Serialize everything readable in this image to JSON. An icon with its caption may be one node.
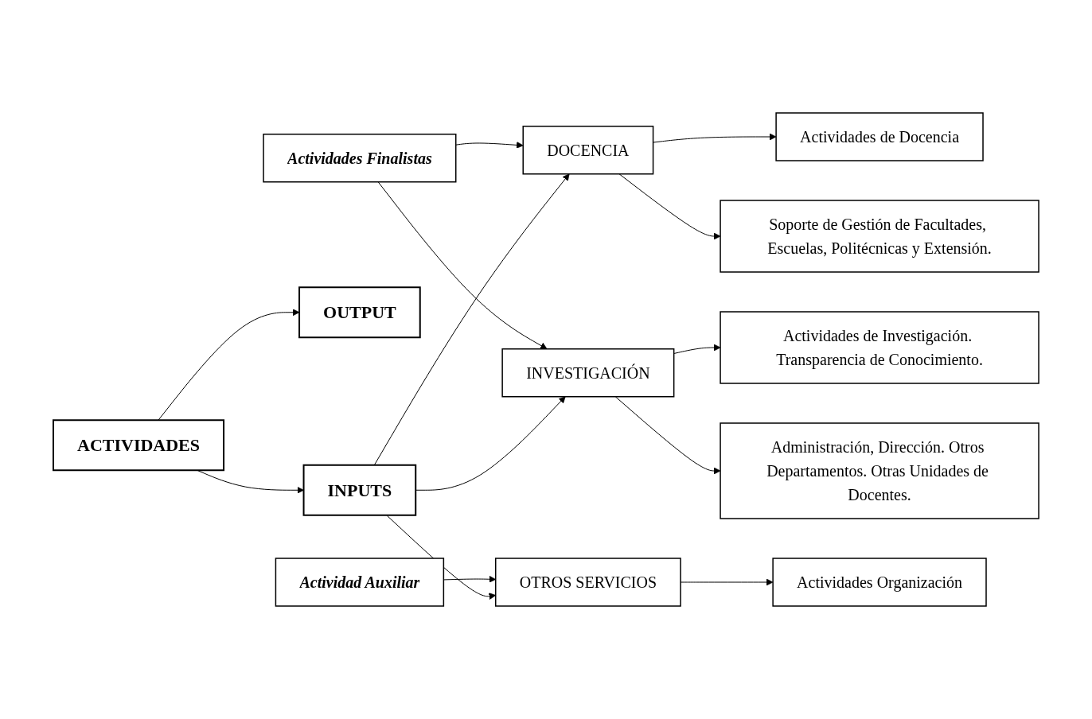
{
  "diagram": {
    "nodes": [
      {
        "text": [
          "ACTIVIDADES"
        ]
      },
      {
        "text": [
          "INPUTS"
        ]
      },
      {
        "text": [
          "OUTPUT"
        ]
      },
      {
        "text": [
          "Actividades Finalistas"
        ]
      },
      {
        "text": [
          "DOCENCIA"
        ]
      },
      {
        "text": [
          "Actividades de Docencia"
        ]
      },
      {
        "text": [
          "Soporte de Gestión de Facultades, Escuelas, Politécnicas y Extensión."
        ]
      },
      {
        "text": [
          "Actividades de Investigación. Transparencia de Conocimiento."
        ]
      },
      {
        "text": [
          "INVESTIGACIÓN"
        ]
      },
      {
        "text": [
          "Administración, Dirección. Otros Departamentos. Otras Unidades de Docentes."
        ]
      },
      {
        "text": [
          "Actividad Auxiliar"
        ]
      },
      {
        "text": [
          "OTROS SERVICIOS"
        ]
      },
      {
        "text": [
          "Actividades Organización"
        ]
      }
    ],
    "edges": [
      {
        "from": 0,
        "to": 1,
        "arrow": "to"
      },
      {
        "from": 0,
        "to": 2,
        "arrow": "to"
      },
      {
        "from": 1,
        "to": 4,
        "arrow": "to"
      },
      {
        "from": 1,
        "to": 8,
        "arrow": "to"
      },
      {
        "from": 1,
        "to": 11,
        "arrow": "to"
      },
      {
        "from": 3,
        "to": 4,
        "arrow": "to"
      },
      {
        "from": 3,
        "to": 8,
        "arrow": "to"
      },
      {
        "from": 10,
        "to": 11,
        "arrow": "to"
      },
      {
        "from": 4,
        "to": 5,
        "arrow": "to"
      },
      {
        "from": 4,
        "to": 6,
        "arrow": "to"
      },
      {
        "from": 8,
        "to": 7,
        "arrow": "to"
      },
      {
        "from": 8,
        "to": 9,
        "arrow": "to"
      },
      {
        "from": 11,
        "to": 12,
        "arrow": "to"
      }
    ]
  }
}
